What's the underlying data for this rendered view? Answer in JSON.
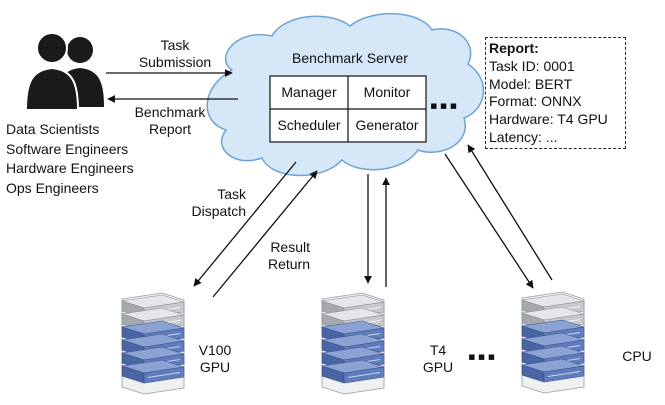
{
  "server": {
    "title": "Benchmark Server",
    "components": [
      "Manager",
      "Monitor",
      "Scheduler",
      "Generator"
    ],
    "more": "▪▪▪"
  },
  "users": {
    "roles": [
      "Data Scientists",
      "Software Engineers",
      "Hardware Engineers",
      "Ops Engineers"
    ]
  },
  "flows": {
    "task_submission": [
      "Task",
      "Submission"
    ],
    "benchmark_report": [
      "Benchmark",
      "Report"
    ],
    "task_dispatch": [
      "Task",
      "Dispatch"
    ],
    "result_return": [
      "Result",
      "Return"
    ]
  },
  "report": {
    "title": "Report:",
    "lines": [
      "Task ID: 0001",
      "Model: BERT",
      "Format: ONNX",
      "Hardware: T4 GPU",
      "Latency: ..."
    ]
  },
  "nodes": [
    {
      "label": [
        "V100",
        "GPU"
      ]
    },
    {
      "label": [
        "T4",
        "GPU"
      ]
    },
    {
      "label": [
        "CPU",
        ""
      ]
    }
  ],
  "nodes_more": "▪▪▪",
  "colors": {
    "cloud_fill": "#d6e7f8",
    "cloud_stroke": "#6fa2d6",
    "server_blue": "#5774b2",
    "server_grey": "#b9bcc1",
    "user_fill": "#1a1a1a"
  }
}
